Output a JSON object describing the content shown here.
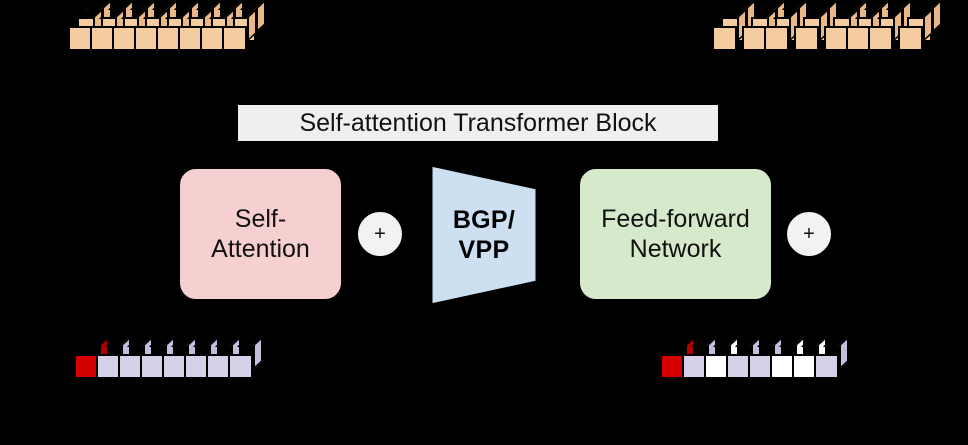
{
  "diagram": {
    "title_block": {
      "label": "Self-attention Transformer Block"
    },
    "blocks": [
      {
        "id": "self-attention",
        "label": "Self-\nAttention",
        "color": "#F6CFD0"
      },
      {
        "id": "bgp-vpp",
        "label": "BGP/\nVPP",
        "color": "#CCE0F2"
      },
      {
        "id": "feed-forward",
        "label": "Feed-forward\nNetwork",
        "color": "#D6EACB"
      }
    ],
    "operators": [
      {
        "id": "plus-1",
        "label": "+"
      },
      {
        "id": "plus-2",
        "label": "+"
      }
    ],
    "colors": {
      "background": "#000000",
      "peach": "#F5CBA0",
      "lavender": "#D5D0E8",
      "red": "#D40000",
      "highlight_red": "#CC1111",
      "white": "#FFFFFF",
      "title_bg": "#EFEFEF",
      "plus_bg": "#F2F2F2"
    },
    "cube_rows": {
      "top_left": {
        "name": "input-token-grid",
        "columns": 8,
        "depth_rows": 2,
        "cube_color": "peach",
        "highlighted_top_columns": [
          3,
          5,
          7
        ]
      },
      "top_right": {
        "name": "output-token-grid",
        "columns": 8,
        "depth_rows": 2,
        "cube_color": "peach",
        "highlighted_top_columns": [
          3,
          5,
          7
        ],
        "group_gaps_after": [
          1,
          3,
          4,
          7
        ]
      },
      "bottom_left": {
        "name": "input-embedding-row",
        "cells": [
          "red",
          "lavender",
          "lavender",
          "lavender",
          "lavender",
          "lavender",
          "lavender",
          "lavender"
        ]
      },
      "bottom_right": {
        "name": "masked-embedding-row",
        "cells": [
          "red",
          "lavender",
          "white",
          "lavender",
          "lavender",
          "white",
          "white",
          "lavender"
        ]
      }
    }
  }
}
